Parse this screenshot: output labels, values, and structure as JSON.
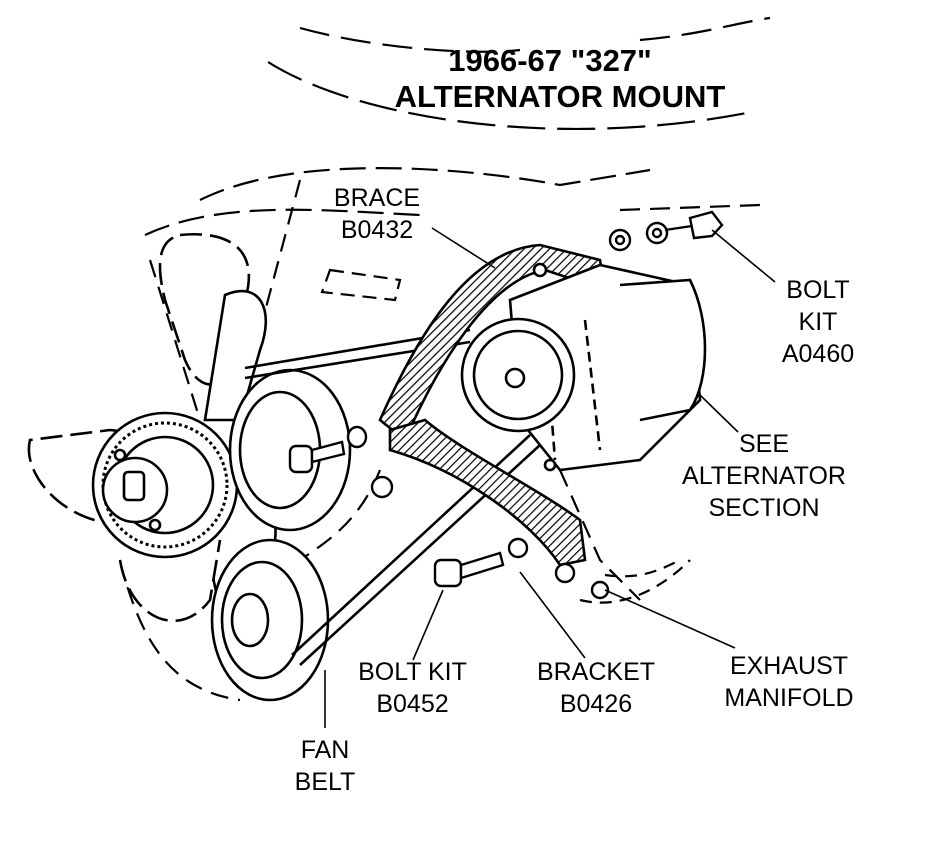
{
  "title": {
    "line1": "1966-67 \"327\"",
    "line2": "ALTERNATOR MOUNT"
  },
  "callouts": {
    "brace": {
      "name": "BRACE",
      "part": "B0432"
    },
    "bolt_kit_a": {
      "line1": "BOLT",
      "line2": "KIT",
      "part": "A0460"
    },
    "see_alternator": {
      "line1": "SEE",
      "line2": "ALTERNATOR",
      "line3": "SECTION"
    },
    "exhaust_manifold": {
      "line1": "EXHAUST",
      "line2": "MANIFOLD"
    },
    "bracket": {
      "name": "BRACKET",
      "part": "B0426"
    },
    "bolt_kit_b": {
      "name": "BOLT KIT",
      "part": "B0452"
    },
    "fan_belt": {
      "line1": "FAN",
      "line2": "BELT"
    }
  }
}
